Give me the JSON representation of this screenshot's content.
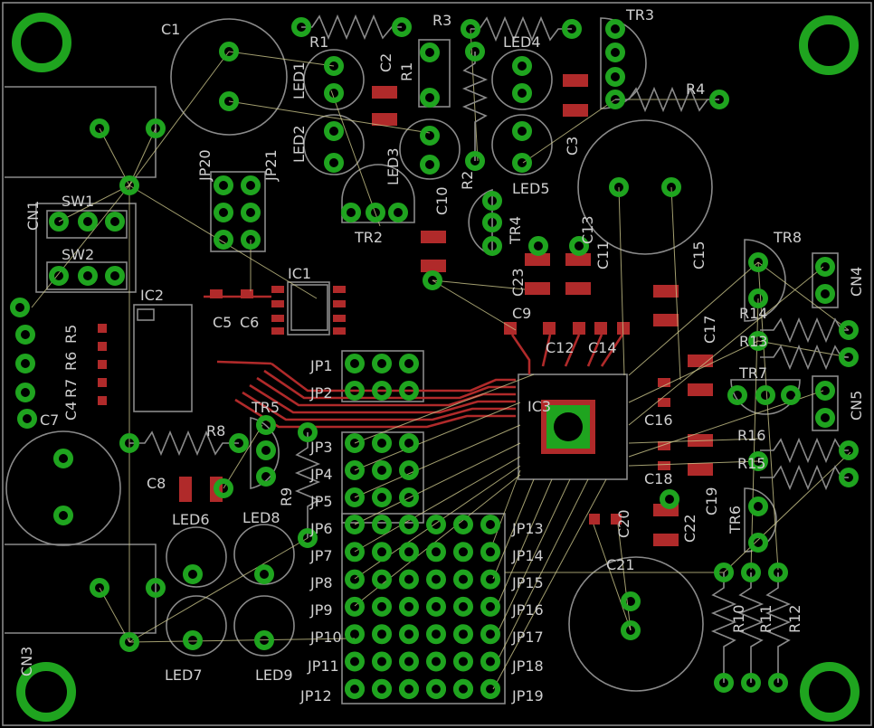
{
  "pcb": {
    "colors": {
      "background": "#000000",
      "silkscreen": "#8a8a8a",
      "copper": "#b02a2a",
      "pads": "#1fa41f",
      "airwires": "#c9c48a"
    },
    "labels": [
      {
        "name": "C1",
        "text": "C1"
      },
      {
        "name": "R1",
        "text": "R1"
      },
      {
        "name": "LED1",
        "text": "LED1"
      },
      {
        "name": "C2",
        "text": "C2"
      },
      {
        "name": "R1b",
        "text": "R1"
      },
      {
        "name": "R3",
        "text": "R3"
      },
      {
        "name": "LED4",
        "text": "LED4"
      },
      {
        "name": "TR3",
        "text": "TR3"
      },
      {
        "name": "R4",
        "text": "R4"
      },
      {
        "name": "LED2",
        "text": "LED2"
      },
      {
        "name": "LED3",
        "text": "LED3"
      },
      {
        "name": "C3",
        "text": "C3"
      },
      {
        "name": "R2",
        "text": "R2"
      },
      {
        "name": "LED5",
        "text": "LED5"
      },
      {
        "name": "JP20",
        "text": "JP20"
      },
      {
        "name": "JP21",
        "text": "JP21"
      },
      {
        "name": "C10",
        "text": "C10"
      },
      {
        "name": "TR2",
        "text": "TR2"
      },
      {
        "name": "TR4",
        "text": "TR4"
      },
      {
        "name": "C13",
        "text": "C13"
      },
      {
        "name": "C11",
        "text": "C11"
      },
      {
        "name": "C15",
        "text": "C15"
      },
      {
        "name": "CN1",
        "text": "CN1"
      },
      {
        "name": "SW1",
        "text": "SW1"
      },
      {
        "name": "SW2",
        "text": "SW2"
      },
      {
        "name": "IC1",
        "text": "IC1"
      },
      {
        "name": "IC2",
        "text": "IC2"
      },
      {
        "name": "C23",
        "text": "C23"
      },
      {
        "name": "C9",
        "text": "C9"
      },
      {
        "name": "TR8",
        "text": "TR8"
      },
      {
        "name": "CN4",
        "text": "CN4"
      },
      {
        "name": "R5",
        "text": "R5"
      },
      {
        "name": "R6",
        "text": "R6"
      },
      {
        "name": "R7",
        "text": "R7"
      },
      {
        "name": "C4",
        "text": "C4"
      },
      {
        "name": "C5",
        "text": "C5"
      },
      {
        "name": "C6",
        "text": "C6"
      },
      {
        "name": "C12",
        "text": "C12"
      },
      {
        "name": "C14",
        "text": "C14"
      },
      {
        "name": "C17",
        "text": "C17"
      },
      {
        "name": "R14",
        "text": "R14"
      },
      {
        "name": "R13",
        "text": "R13"
      },
      {
        "name": "TR7",
        "text": "TR7"
      },
      {
        "name": "CN5",
        "text": "CN5"
      },
      {
        "name": "JP1",
        "text": "JP1"
      },
      {
        "name": "JP2",
        "text": "JP2"
      },
      {
        "name": "IC3",
        "text": "IC3"
      },
      {
        "name": "C16",
        "text": "C16"
      },
      {
        "name": "C7",
        "text": "C7"
      },
      {
        "name": "TR5",
        "text": "TR5"
      },
      {
        "name": "R8",
        "text": "R8"
      },
      {
        "name": "JP3",
        "text": "JP3"
      },
      {
        "name": "JP4",
        "text": "JP4"
      },
      {
        "name": "R16",
        "text": "R16"
      },
      {
        "name": "R15",
        "text": "R15"
      },
      {
        "name": "C18",
        "text": "C18"
      },
      {
        "name": "C19",
        "text": "C19"
      },
      {
        "name": "C8",
        "text": "C8"
      },
      {
        "name": "R9",
        "text": "R9"
      },
      {
        "name": "JP5",
        "text": "JP5"
      },
      {
        "name": "TR6",
        "text": "TR6"
      },
      {
        "name": "LED6",
        "text": "LED6"
      },
      {
        "name": "LED8",
        "text": "LED8"
      },
      {
        "name": "C20",
        "text": "C20"
      },
      {
        "name": "C22",
        "text": "C22"
      },
      {
        "name": "JP6",
        "text": "JP6"
      },
      {
        "name": "JP13",
        "text": "JP13"
      },
      {
        "name": "JP7",
        "text": "JP7"
      },
      {
        "name": "JP14",
        "text": "JP14"
      },
      {
        "name": "C21",
        "text": "C21"
      },
      {
        "name": "JP8",
        "text": "JP8"
      },
      {
        "name": "JP15",
        "text": "JP15"
      },
      {
        "name": "JP9",
        "text": "JP9"
      },
      {
        "name": "JP16",
        "text": "JP16"
      },
      {
        "name": "R10",
        "text": "R10"
      },
      {
        "name": "R11",
        "text": "R11"
      },
      {
        "name": "R12",
        "text": "R12"
      },
      {
        "name": "JP10",
        "text": "JP10"
      },
      {
        "name": "JP17",
        "text": "JP17"
      },
      {
        "name": "LED7",
        "text": "LED7"
      },
      {
        "name": "LED9",
        "text": "LED9"
      },
      {
        "name": "CN3",
        "text": "CN3"
      },
      {
        "name": "JP11",
        "text": "JP11"
      },
      {
        "name": "JP18",
        "text": "JP18"
      },
      {
        "name": "JP12",
        "text": "JP12"
      },
      {
        "name": "JP19",
        "text": "JP19"
      }
    ]
  }
}
